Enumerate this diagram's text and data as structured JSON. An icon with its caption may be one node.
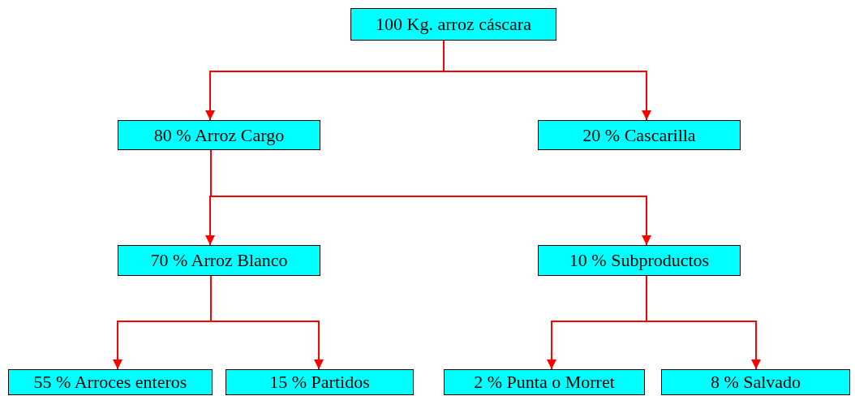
{
  "diagram": {
    "nodes": [
      {
        "text": [
          "100 Kg. arroz cáscara"
        ]
      },
      {
        "text": [
          "80 % Arroz Cargo"
        ]
      },
      {
        "text": [
          "20 % Cascarilla"
        ]
      },
      {
        "text": [
          "70 % Arroz Blanco"
        ]
      },
      {
        "text": [
          "10 % Subproductos"
        ]
      },
      {
        "text": [
          "55 % Arroces enteros"
        ]
      },
      {
        "text": [
          "15 % Partidos"
        ]
      },
      {
        "text": [
          "2 % Punta o Morret"
        ]
      },
      {
        "text": [
          "8 % Salvado"
        ]
      }
    ],
    "edges": [
      {
        "from": 0,
        "to": 1,
        "arrow": "to"
      },
      {
        "from": 0,
        "to": 2,
        "arrow": "to"
      },
      {
        "from": 1,
        "to": 3,
        "arrow": "to"
      },
      {
        "from": 1,
        "to": 4,
        "arrow": "to"
      },
      {
        "from": 3,
        "to": 5,
        "arrow": "to"
      },
      {
        "from": 3,
        "to": 6,
        "arrow": "to"
      },
      {
        "from": 4,
        "to": 7,
        "arrow": "to"
      },
      {
        "from": 4,
        "to": 8,
        "arrow": "to"
      }
    ]
  }
}
